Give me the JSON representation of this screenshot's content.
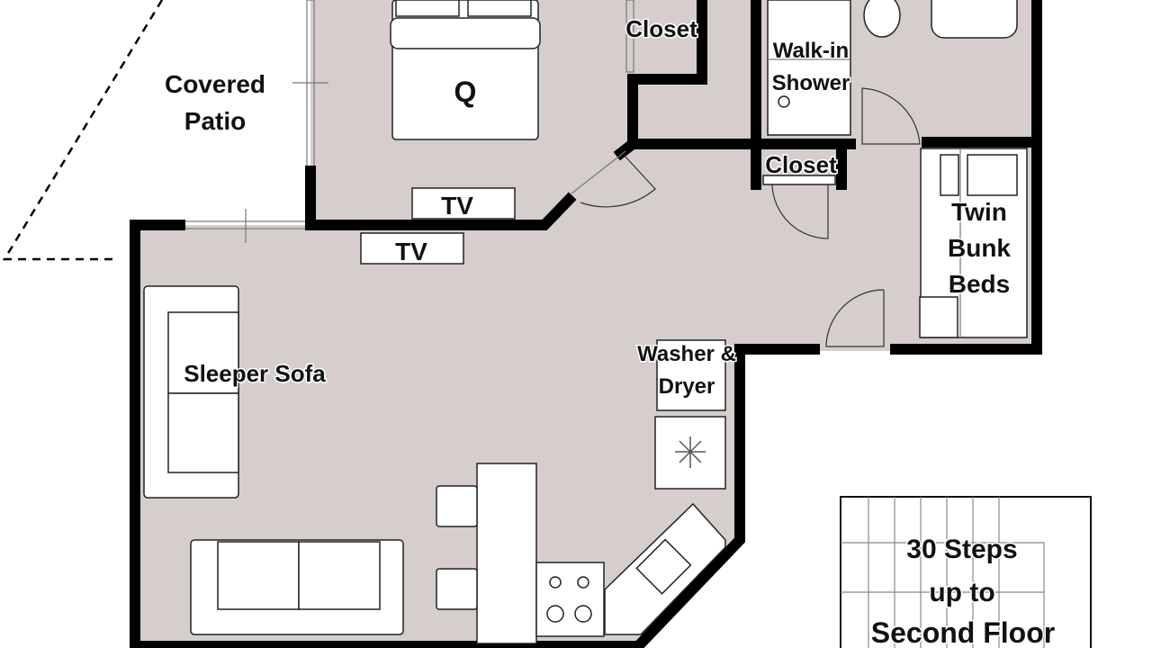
{
  "floor_plan": {
    "labels": {
      "covered_patio_line1": "Covered",
      "covered_patio_line2": "Patio",
      "queen_bed": "Q",
      "closet_bedroom": "Closet",
      "walk_in_shower_line1": "Walk-in",
      "walk_in_shower_line2": "Shower",
      "closet_hall": "Closet",
      "tv_bedroom": "TV",
      "tv_living": "TV",
      "twin_bunk_line1": "Twin",
      "twin_bunk_line2": "Bunk",
      "twin_bunk_line3": "Beds",
      "sleeper_sofa": "Sleeper Sofa",
      "washer_dryer_line1": "Washer &",
      "washer_dryer_line2": "Dryer",
      "stairs_line1": "30 Steps",
      "stairs_line2": "up to",
      "stairs_line3": "Second Floor"
    },
    "colors": {
      "floor": "#d5cecc",
      "wall": "#000000"
    }
  }
}
